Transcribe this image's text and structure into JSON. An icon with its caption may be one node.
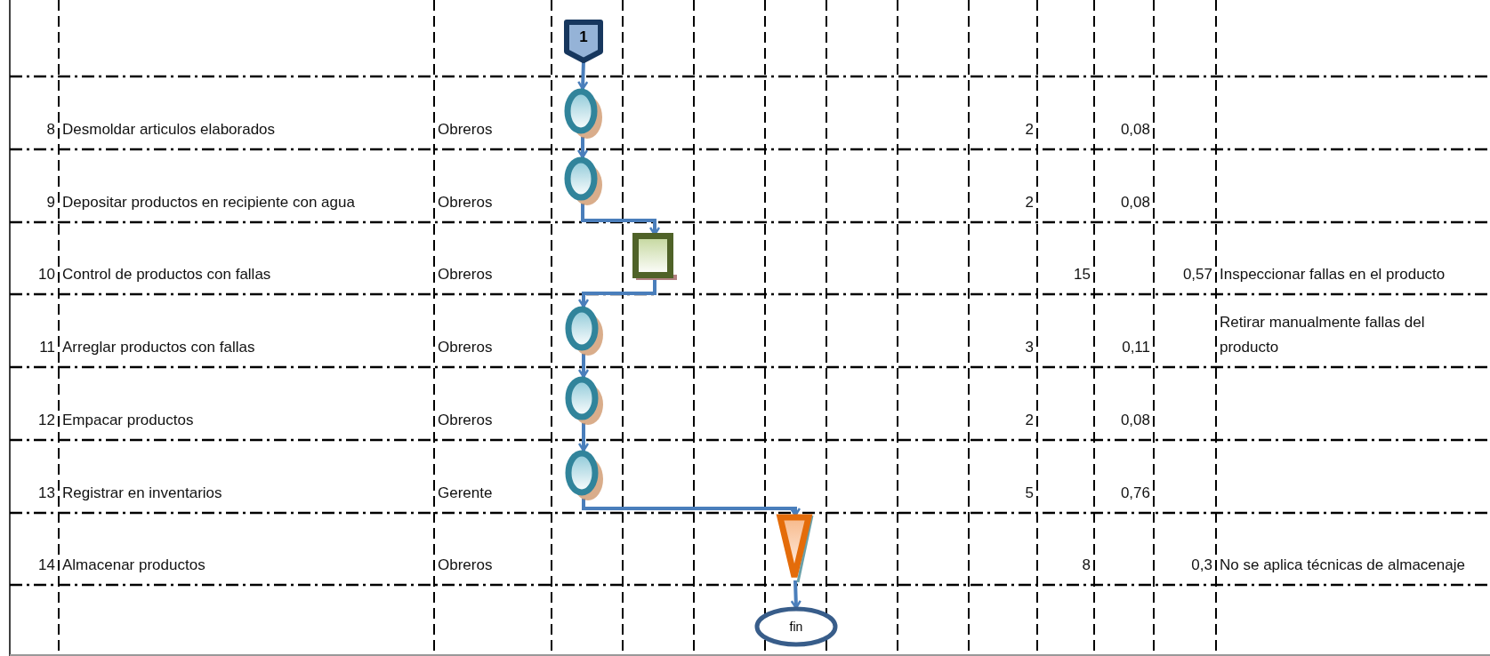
{
  "diagram": {
    "nodes": [
      {
        "text": [
          "1"
        ]
      },
      {
        "text": [],
        "shape": "circle"
      },
      {
        "text": [],
        "shape": "circle"
      },
      {
        "text": [],
        "shape": "box"
      },
      {
        "text": [],
        "shape": "circle"
      },
      {
        "text": [],
        "shape": "circle"
      },
      {
        "text": [],
        "shape": "circle"
      },
      {
        "text": [],
        "shape": "triangle"
      },
      {
        "text": [
          "fin"
        ]
      }
    ],
    "edges": [
      {
        "from": 0,
        "to": 1,
        "arrow": "to"
      },
      {
        "from": 1,
        "to": 2,
        "arrow": "to"
      },
      {
        "from": 2,
        "to": 3,
        "arrow": "to"
      },
      {
        "from": 3,
        "to": 4,
        "arrow": "to"
      },
      {
        "from": 4,
        "to": 5,
        "arrow": "to"
      },
      {
        "from": 5,
        "to": 6,
        "arrow": "to"
      },
      {
        "from": 6,
        "to": 7,
        "arrow": "to"
      },
      {
        "from": 7,
        "to": 8,
        "arrow": "to"
      }
    ],
    "labels": [
      "8",
      "Desmoldar articulos elaborados",
      "Obreros",
      "2",
      "0,08",
      "9",
      "Depositar productos en recipiente con agua",
      "Obreros",
      "2",
      "0,08",
      "10",
      "Control de productos con fallas",
      "Obreros",
      "15",
      "0,57",
      "Inspeccionar fallas en el producto",
      "11",
      "Arreglar productos con fallas",
      "Obreros",
      "3",
      "0,11",
      "Retirar manualmente fallas del producto",
      "12",
      "Empacar productos",
      "Obreros",
      "2",
      "0,08",
      "13",
      "Registrar en inventarios",
      "Gerente",
      "5",
      "0,76",
      "14",
      "Almacenar productos",
      "Obreros",
      "8",
      "0,3",
      "No se aplica técnicas de almacenaje"
    ]
  }
}
